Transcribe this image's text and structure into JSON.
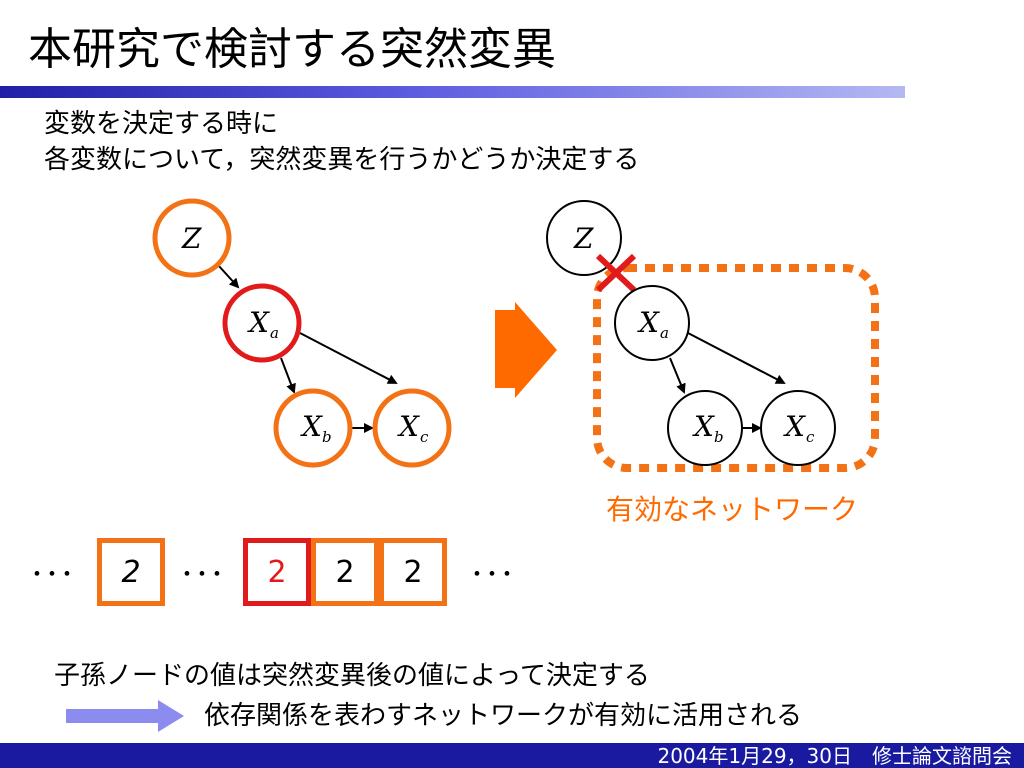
{
  "slide": {
    "title": "本研究で検討する突然変異",
    "intro_line1": "変数を決定する時に",
    "intro_line2": "各変数について，突然変異を行うかどうか決定する"
  },
  "diagram_left": {
    "nodes": [
      {
        "id": "Z",
        "label": "Z",
        "sub": ""
      },
      {
        "id": "Xa",
        "label": "X",
        "sub": "a"
      },
      {
        "id": "Xb",
        "label": "X",
        "sub": "b"
      },
      {
        "id": "Xc",
        "label": "X",
        "sub": "c"
      }
    ]
  },
  "diagram_right": {
    "nodes": [
      {
        "id": "Z",
        "label": "Z",
        "sub": ""
      },
      {
        "id": "Xa",
        "label": "X",
        "sub": "a"
      },
      {
        "id": "Xb",
        "label": "X",
        "sub": "b"
      },
      {
        "id": "Xc",
        "label": "X",
        "sub": "c"
      }
    ],
    "effective_network_label": "有効なネットワーク"
  },
  "sequence": {
    "dots": "･･･",
    "cells": [
      "2",
      "2",
      "2",
      "2"
    ]
  },
  "bottom": {
    "line1": "子孫ノードの値は突然変異後の値によって決定する",
    "line2": "依存関係を表わすネットワークが有効に活用される"
  },
  "footer": {
    "text": "2004年1月29，30日　修士論文諮問会"
  },
  "colors": {
    "orange": "#f47216",
    "red": "#e11b1b",
    "title_bar_dark": "#1f1fa8",
    "title_bar_light": "#b4b8f2",
    "footer_bg": "#1a1aa0",
    "arrow_blue": "#8c8cf0"
  }
}
